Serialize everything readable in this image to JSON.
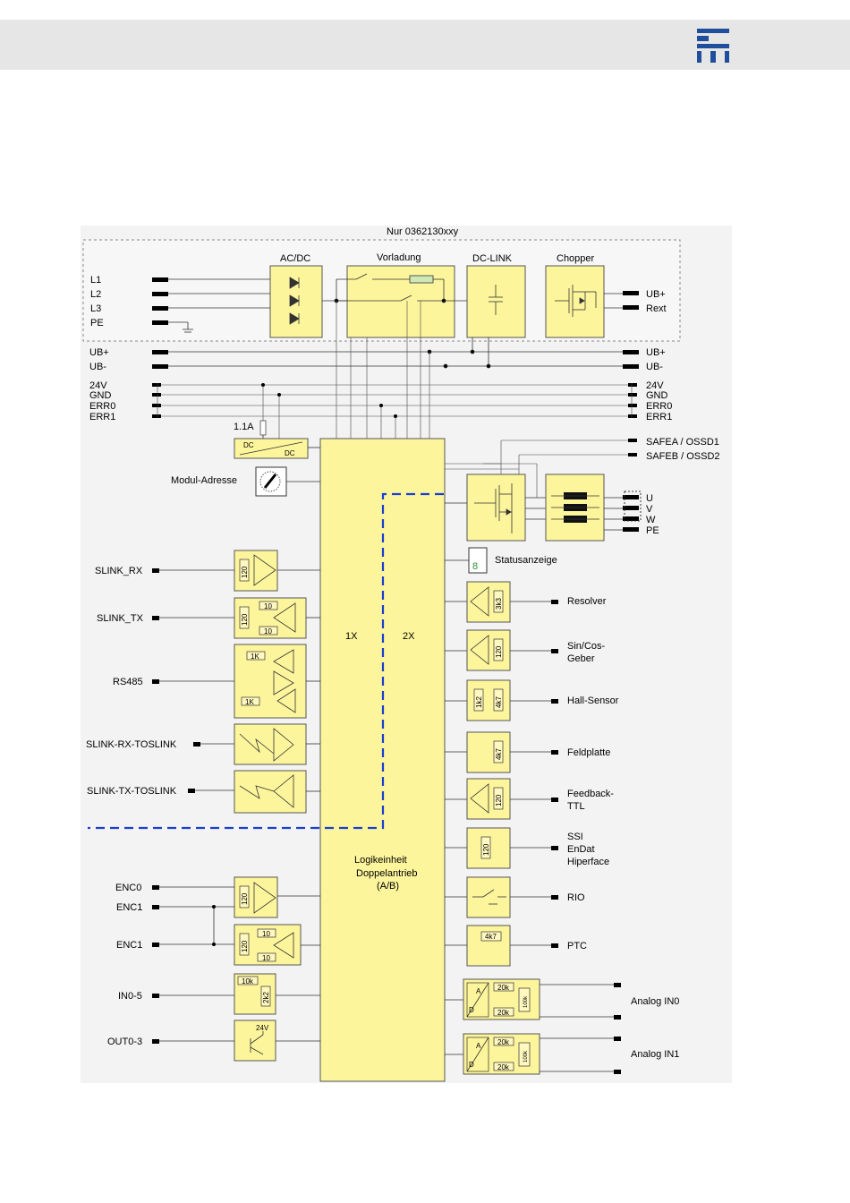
{
  "header": {
    "logo_icon": "company-logo-icon",
    "brand_color": "#1f4e9c"
  },
  "diagram": {
    "title": "Nur 0362130xxy",
    "blocks": {
      "acdc": "AC/DC",
      "vorladung": "Vorladung",
      "dclink": "DC-LINK",
      "chopper": "Chopper",
      "logic_title": "Logikeinheit",
      "logic_sub1": "Doppelantrieb",
      "logic_sub2": "(A/B)",
      "x1": "1X",
      "x2": "2X",
      "fuse": "1.1A",
      "dc1": "DC",
      "dc2": "DC",
      "modul": "Modul-Adresse",
      "status": "Statusanzeige"
    },
    "left_inputs": {
      "l1": "L1",
      "l2": "L2",
      "l3": "L3",
      "pe": "PE",
      "ubp": "UB+",
      "ubm": "UB-",
      "v24": "24V",
      "gnd": "GND",
      "err0": "ERR0",
      "err1": "ERR1"
    },
    "right_outputs": {
      "ubp_top": "UB+",
      "rext": "Rext",
      "ubp": "UB+",
      "ubm": "UB-",
      "v24": "24V",
      "gnd": "GND",
      "err0": "ERR0",
      "err1": "ERR1",
      "safea": "SAFEA / OSSD1",
      "safeb": "SAFEB / OSSD2",
      "u": "U",
      "v": "V",
      "w": "W",
      "pe": "PE"
    },
    "left_ifaces": {
      "slink_rx": "SLINK_RX",
      "slink_tx": "SLINK_TX",
      "rs485": "RS485",
      "slink_rx_tos": "SLINK-RX-TOSLINK",
      "slink_tx_tos": "SLINK-TX-TOSLINK",
      "enc0": "ENC0",
      "enc1a": "ENC1",
      "enc1b": "ENC1",
      "in05": "IN0-5",
      "out03": "OUT0-3"
    },
    "right_ifaces": {
      "resolver": "Resolver",
      "sincos1": "Sin/Cos-",
      "sincos2": "Geber",
      "hall": "Hall-Sensor",
      "feld": "Feldplatte",
      "fb1": "Feedback-",
      "fb2": "TTL",
      "ssi1": "SSI",
      "ssi2": "EnDat",
      "ssi3": "Hiperface",
      "rio": "RIO",
      "ptc": "PTC",
      "ain0": "Analog IN0",
      "ain1": "Analog IN1"
    },
    "component_values": {
      "r120": "120",
      "r10": "10",
      "r1k": "1K",
      "r3k3": "3k3",
      "r1k2": "1k2",
      "r4k7": "4k7",
      "r10k": "10k",
      "r2k2": "2k2",
      "r20k": "20k",
      "r100k": "100k",
      "v24": "24V",
      "a": "A",
      "d": "D"
    },
    "dashed_color": "#1a3fd0"
  }
}
